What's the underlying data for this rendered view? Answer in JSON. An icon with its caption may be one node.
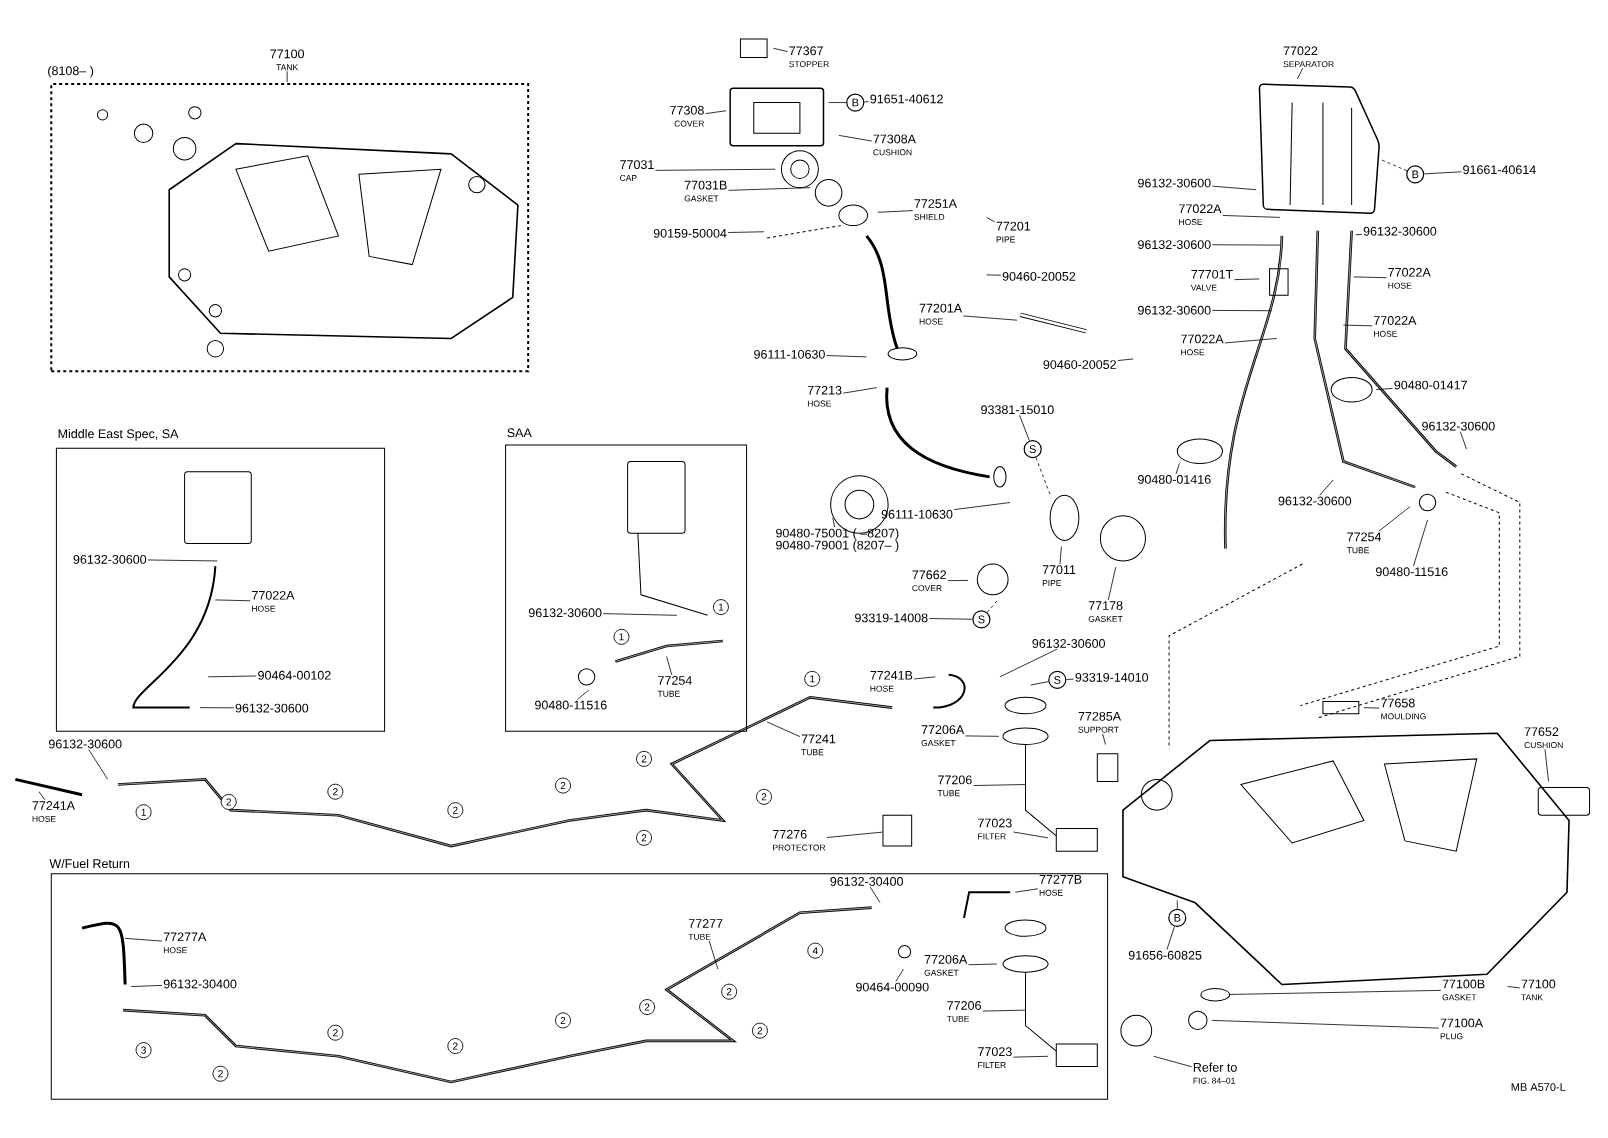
{
  "diagram": {
    "nodes": [
      {
        "text": [
          "(8108– )"
        ]
      },
      {
        "text": [
          "Middle East Spec, SA"
        ]
      },
      {
        "text": [
          "SAA"
        ]
      },
      {
        "text": [
          "W/Fuel Return"
        ]
      },
      {
        "text": [
          "77100",
          "TANK"
        ]
      },
      {
        "text": [
          "77367",
          "STOPPER"
        ]
      },
      {
        "text": [
          "77308",
          "COVER"
        ]
      },
      {
        "text": [
          "91651-40612"
        ]
      },
      {
        "text": [
          "77308A",
          "CUSHION"
        ]
      },
      {
        "text": [
          "77031",
          "CAP"
        ]
      },
      {
        "text": [
          "77031B",
          "GASKET"
        ]
      },
      {
        "text": [
          "77251A",
          "SHIELD"
        ]
      },
      {
        "text": [
          "77201",
          "PIPE"
        ]
      },
      {
        "text": [
          "90159-50004"
        ]
      },
      {
        "text": [
          "90460-20052"
        ]
      },
      {
        "text": [
          "77201A",
          "HOSE"
        ]
      },
      {
        "text": [
          "96111-10630"
        ]
      },
      {
        "text": [
          "90460-20052"
        ]
      },
      {
        "text": [
          "77213",
          "HOSE"
        ]
      },
      {
        "text": [
          "93381-15010"
        ]
      },
      {
        "text": [
          "90480-75001 ( –8207)",
          "90480-79001 (8207– )"
        ]
      },
      {
        "text": [
          "96111-10630"
        ]
      },
      {
        "text": [
          "77011",
          "PIPE"
        ]
      },
      {
        "text": [
          "77178",
          "GASKET"
        ]
      },
      {
        "text": [
          "77662",
          "COVER"
        ]
      },
      {
        "text": [
          "93319-14008"
        ]
      },
      {
        "text": [
          "96132-30600"
        ]
      },
      {
        "text": [
          "77241B",
          "HOSE"
        ]
      },
      {
        "text": [
          "93319-14010"
        ]
      },
      {
        "text": [
          "77285A",
          "SUPPORT"
        ]
      },
      {
        "text": [
          "77206A",
          "GASKET"
        ]
      },
      {
        "text": [
          "77206",
          "TUBE"
        ]
      },
      {
        "text": [
          "77023",
          "FILTER"
        ]
      },
      {
        "text": [
          "77276",
          "PROTECTOR"
        ]
      },
      {
        "text": [
          "77658",
          "MOULDING"
        ]
      },
      {
        "text": [
          "77652",
          "CUSHION"
        ]
      },
      {
        "text": [
          "77022",
          "SEPARATOR"
        ]
      },
      {
        "text": [
          "91661-40614"
        ]
      },
      {
        "text": [
          "96132-30600"
        ]
      },
      {
        "text": [
          "77022A",
          "HOSE"
        ]
      },
      {
        "text": [
          "96132-30600"
        ]
      },
      {
        "text": [
          "96132-30600"
        ]
      },
      {
        "text": [
          "77701T",
          "VALVE"
        ]
      },
      {
        "text": [
          "77022A",
          "HOSE"
        ]
      },
      {
        "text": [
          "96132-30600"
        ]
      },
      {
        "text": [
          "77022A",
          "HOSE"
        ]
      },
      {
        "text": [
          "77022A",
          "HOSE"
        ]
      },
      {
        "text": [
          "90480-01417"
        ]
      },
      {
        "text": [
          "96132-30600"
        ]
      },
      {
        "text": [
          "90480-01416"
        ]
      },
      {
        "text": [
          "96132-30600"
        ]
      },
      {
        "text": [
          "77254",
          "TUBE"
        ]
      },
      {
        "text": [
          "90480-11516"
        ]
      },
      {
        "text": [
          "77100B",
          "GASKET"
        ]
      },
      {
        "text": [
          "77100",
          "TANK"
        ]
      },
      {
        "text": [
          "77100A",
          "PLUG"
        ]
      },
      {
        "text": [
          "91656-60825"
        ]
      },
      {
        "text": [
          "Refer to",
          "FIG. 84–01"
        ]
      },
      {
        "text": [
          "96132-30600"
        ],
        "in": 1
      },
      {
        "text": [
          "77022A",
          "HOSE"
        ],
        "in": 1
      },
      {
        "text": [
          "90464-00102"
        ],
        "in": 1
      },
      {
        "text": [
          "96132-30600"
        ],
        "in": 1
      },
      {
        "text": [
          "96132-30600"
        ],
        "in": 2
      },
      {
        "text": [
          "77254",
          "TUBE"
        ],
        "in": 2
      },
      {
        "text": [
          "90480-11516"
        ],
        "in": 2
      },
      {
        "text": [
          "77277A",
          "HOSE"
        ],
        "in": 3
      },
      {
        "text": [
          "96132-30400"
        ],
        "in": 3
      },
      {
        "text": [
          "77277",
          "TUBE"
        ],
        "in": 3
      },
      {
        "text": [
          "96132-30400"
        ],
        "in": 3
      },
      {
        "text": [
          "77277B",
          "HOSE"
        ],
        "in": 3
      },
      {
        "text": [
          "77206A",
          "GASKET"
        ],
        "in": 3
      },
      {
        "text": [
          "90464-00090"
        ],
        "in": 3
      },
      {
        "text": [
          "77206",
          "TUBE"
        ],
        "in": 3
      },
      {
        "text": [
          "77023",
          "FILTER"
        ],
        "in": 3
      },
      {
        "text": [
          "96132-30600"
        ]
      },
      {
        "text": [
          "77241A",
          "HOSE"
        ]
      },
      {
        "text": [
          "77241",
          "TUBE"
        ]
      },
      {
        "text": [
          "B"
        ]
      },
      {
        "text": [
          "B"
        ]
      },
      {
        "text": [
          "S"
        ]
      },
      {
        "text": [
          "S"
        ]
      },
      {
        "text": [
          "S"
        ]
      },
      {
        "text": [
          "B"
        ]
      },
      {
        "text": [],
        "shape": "box"
      },
      {
        "text": [],
        "shape": "circle"
      },
      {
        "text": [],
        "shape": "picture"
      }
    ],
    "edges": [
      {
        "from": 4,
        "to": null,
        "arrow": "none"
      },
      {
        "from": 5,
        "to": null,
        "arrow": "none"
      },
      {
        "from": 6,
        "to": null,
        "arrow": "none"
      },
      {
        "from": 7,
        "to": 77,
        "arrow": "none"
      },
      {
        "from": 8,
        "to": null,
        "arrow": "none"
      },
      {
        "from": 9,
        "to": null,
        "arrow": "none"
      },
      {
        "from": 10,
        "to": null,
        "arrow": "none"
      },
      {
        "from": 11,
        "to": null,
        "arrow": "none"
      },
      {
        "from": 12,
        "to": null,
        "arrow": "none"
      },
      {
        "from": 13,
        "to": null,
        "arrow": "none"
      },
      {
        "from": 14,
        "to": null,
        "arrow": "none"
      },
      {
        "from": 15,
        "to": 85,
        "arrow": "none"
      },
      {
        "from": 16,
        "to": null,
        "arrow": "none"
      },
      {
        "from": 17,
        "to": null,
        "arrow": "none"
      },
      {
        "from": 18,
        "to": null,
        "arrow": "none"
      },
      {
        "from": 19,
        "to": 79,
        "arrow": "none"
      },
      {
        "from": 20,
        "to": null,
        "arrow": "none"
      },
      {
        "from": 21,
        "to": null,
        "arrow": "none"
      },
      {
        "from": 22,
        "to": null,
        "arrow": "none"
      },
      {
        "from": 23,
        "to": null,
        "arrow": "none"
      },
      {
        "from": 24,
        "to": null,
        "arrow": "none"
      },
      {
        "from": 25,
        "to": 80,
        "arrow": "none"
      },
      {
        "from": 26,
        "to": null,
        "arrow": "none"
      },
      {
        "from": 27,
        "to": null,
        "arrow": "none"
      },
      {
        "from": 28,
        "to": 81,
        "arrow": "none"
      },
      {
        "from": 29,
        "to": null,
        "arrow": "none"
      },
      {
        "from": 30,
        "to": null,
        "arrow": "none"
      },
      {
        "from": 31,
        "to": null,
        "arrow": "none"
      },
      {
        "from": 32,
        "to": null,
        "arrow": "none"
      },
      {
        "from": 33,
        "to": 83,
        "arrow": "none"
      },
      {
        "from": 34,
        "to": null,
        "arrow": "none"
      },
      {
        "from": 35,
        "to": null,
        "arrow": "none"
      },
      {
        "from": 36,
        "to": null,
        "arrow": "none"
      },
      {
        "from": 37,
        "to": 78,
        "arrow": "none"
      },
      {
        "from": 38,
        "to": null,
        "arrow": "none"
      },
      {
        "from": 39,
        "to": null,
        "arrow": "none"
      },
      {
        "from": 40,
        "to": null,
        "arrow": "none"
      },
      {
        "from": 41,
        "to": null,
        "arrow": "none"
      },
      {
        "from": 42,
        "to": null,
        "arrow": "none"
      },
      {
        "from": 43,
        "to": null,
        "arrow": "none"
      },
      {
        "from": 44,
        "to": null,
        "arrow": "none"
      },
      {
        "from": 45,
        "to": null,
        "arrow": "none"
      },
      {
        "from": 46,
        "to": null,
        "arrow": "none"
      },
      {
        "from": 47,
        "to": null,
        "arrow": "none"
      },
      {
        "from": 48,
        "to": null,
        "arrow": "none"
      },
      {
        "from": 49,
        "to": null,
        "arrow": "none"
      },
      {
        "from": 50,
        "to": null,
        "arrow": "none"
      },
      {
        "from": 51,
        "to": null,
        "arrow": "none"
      },
      {
        "from": 52,
        "to": null,
        "arrow": "none"
      },
      {
        "from": 53,
        "to": 84,
        "arrow": "none"
      },
      {
        "from": 54,
        "to": null,
        "arrow": "none"
      },
      {
        "from": 55,
        "to": null,
        "arrow": "none"
      },
      {
        "from": 56,
        "to": 82,
        "arrow": "none"
      },
      {
        "from": 57,
        "to": null,
        "arrow": "none"
      },
      {
        "from": 58,
        "to": null,
        "arrow": "none"
      },
      {
        "from": 59,
        "to": null,
        "arrow": "none"
      },
      {
        "from": 60,
        "to": null,
        "arrow": "none"
      },
      {
        "from": 61,
        "to": null,
        "arrow": "none"
      },
      {
        "from": 62,
        "to": null,
        "arrow": "none"
      },
      {
        "from": 63,
        "to": null,
        "arrow": "none"
      },
      {
        "from": 64,
        "to": null,
        "arrow": "none"
      },
      {
        "from": 65,
        "to": null,
        "arrow": "none"
      },
      {
        "from": 66,
        "to": null,
        "arrow": "none"
      },
      {
        "from": 67,
        "to": null,
        "arrow": "none"
      },
      {
        "from": 68,
        "to": null,
        "arrow": "none"
      },
      {
        "from": 69,
        "to": null,
        "arrow": "none"
      },
      {
        "from": 70,
        "to": null,
        "arrow": "none"
      },
      {
        "from": 71,
        "to": null,
        "arrow": "none"
      },
      {
        "from": 72,
        "to": null,
        "arrow": "none"
      },
      {
        "from": 73,
        "to": null,
        "arrow": "none"
      },
      {
        "from": 74,
        "to": null,
        "arrow": "none"
      },
      {
        "from": 75,
        "to": null,
        "arrow": "none"
      },
      {
        "from": 76,
        "to": null,
        "arrow": "none"
      },
      {
        "from": 77,
        "to": null,
        "arrow": "none"
      },
      {
        "from": 78,
        "to": null,
        "arrow": "none",
        "style": "dashed"
      },
      {
        "from": 79,
        "to": null,
        "arrow": "none",
        "style": "dashed"
      },
      {
        "from": 80,
        "to": null,
        "arrow": "none",
        "style": "dashed"
      },
      {
        "from": 81,
        "to": null,
        "arrow": "none"
      },
      {
        "from": 82,
        "to": null,
        "arrow": "none"
      }
    ],
    "labels": [
      "1",
      "2",
      "2",
      "2",
      "2",
      "2",
      "2",
      "2",
      "1",
      "1",
      "1",
      "3",
      "2",
      "2",
      "2",
      "2",
      "2",
      "2",
      "2",
      "4",
      "MB A570-L"
    ]
  }
}
